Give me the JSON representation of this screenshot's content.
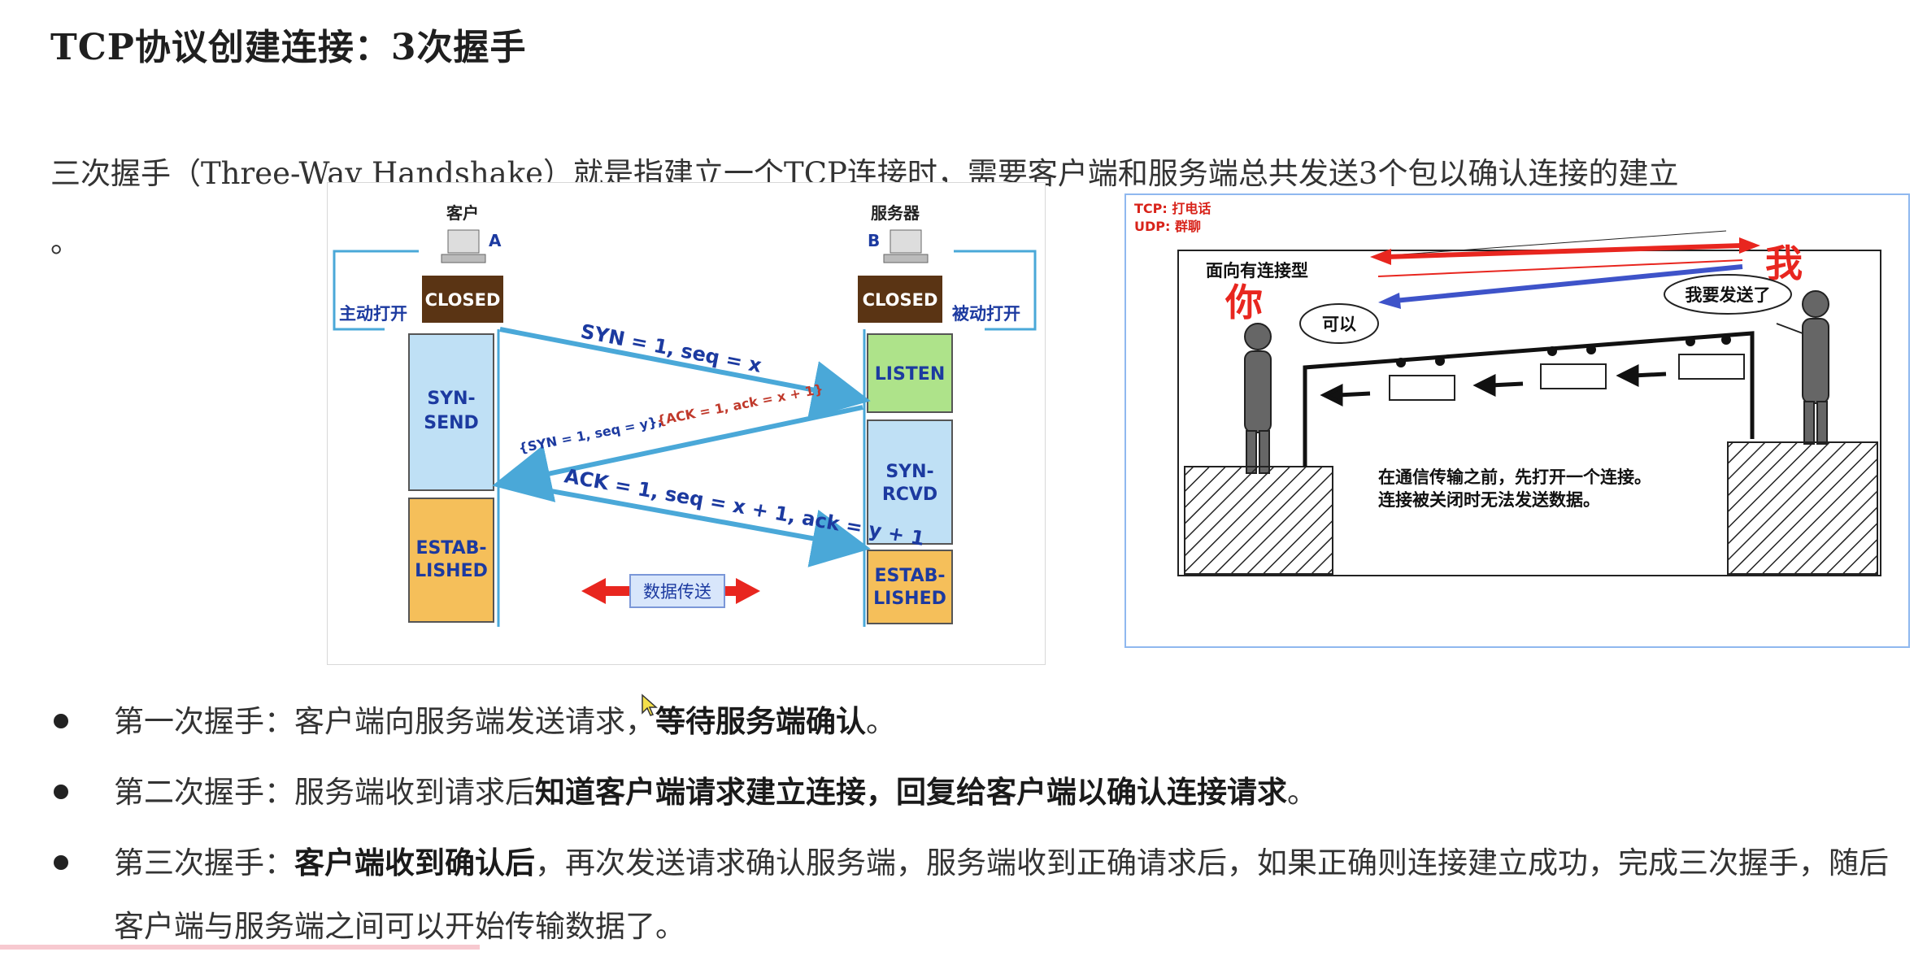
{
  "title": "TCP协议创建连接：3次握手",
  "intro": {
    "text": "三次握手（Three-Way Handshake）就是指建立一个TCP连接时，需要客户端和服务端总共发送3个包以确认连接的建立",
    "tail": "。"
  },
  "left_figure": {
    "client_label": "客户",
    "client_letter": "A",
    "server_label": "服务器",
    "server_letter": "B",
    "active_open": "主动打开",
    "passive_open": "被动打开",
    "client_states": [
      "CLOSED",
      "SYN-\nSEND",
      "ESTAB-\nLISHED"
    ],
    "server_states": [
      "CLOSED",
      "LISTEN",
      "SYN-\nRCVD",
      "ESTAB-\nLISHED"
    ],
    "msg1": "SYN = 1, seq = x",
    "msg2a": "{SYN = 1, seq = y},",
    "msg2b": "{ACK = 1, ack = x + 1}",
    "msg3": "ACK = 1, seq = x + 1, ack = y + 1",
    "data_transfer": "数据传送",
    "colors": {
      "closed": "#5a3414",
      "syn_send": "#bfe0f5",
      "established": "#f5bf5a",
      "listen": "#aee38a",
      "arrow": "#4aa8d8"
    }
  },
  "right_figure": {
    "legend_tcp": "TCP: 打电话",
    "legend_udp": "UDP: 群聊",
    "connection_type": "面向有连接型",
    "you": "你",
    "me": "我",
    "bubble_left": "可以",
    "bubble_right": "我要发送了",
    "caption_line1": "在通信传输之前，先打开一个连接。",
    "caption_line2": "连接被关闭时无法发送数据。"
  },
  "bullets": [
    {
      "prefix": "第一次握手：客户端向服务端发送请求，",
      "bold": "等待服务端确认",
      "suffix": "。"
    },
    {
      "prefix": "第二次握手：服务端收到请求后",
      "bold": "知道客户端请求建立连接，回复给客户端以确认连接请求",
      "suffix": "。"
    },
    {
      "prefix": "第三次握手：",
      "bold": "客户端收到确认后",
      "suffix": "，再次发送请求确认服务端，服务端收到正确请求后，如果正确则连接建立成功，完成三次握手，随后客户端与服务端之间可以开始传输数据了。"
    }
  ]
}
